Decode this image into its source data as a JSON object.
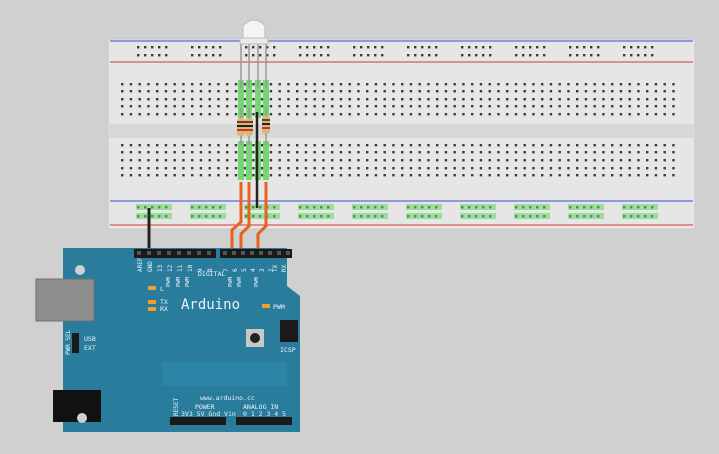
{
  "arduino": {
    "brand": "Arduino",
    "url": "www.arduino.cc",
    "header_top_pins": [
      "AREF",
      "GND",
      "13",
      "12",
      "11",
      "10",
      "9",
      "8"
    ],
    "header_top_pins2": [
      "7",
      "6",
      "5",
      "4",
      "3",
      "2",
      "1",
      "0"
    ],
    "digital_label": "DIGITAL",
    "pwm_label": "PWM",
    "tx_label": "TX",
    "rx_label": "RX",
    "tx_pin_label": "TX",
    "rx_pin_label": "RX",
    "led_l_label": "L",
    "pwr_sel_label": "PWR SEL",
    "usb_label": "USB",
    "ext_label": "EXT",
    "icsp_label": "ICSP",
    "pwm_badge": "PWM",
    "reset_label": "RESET",
    "power_label": "POWER",
    "power_pins": "3V3 5V Gnd Vin",
    "analog_label": "ANALOG IN",
    "analog_pins": "0 1 2 3 4 5"
  },
  "colors": {
    "board": "#2a7c9c",
    "breadboard": "#e6e6e6",
    "wire_orange": "#e8621c",
    "wire_black": "#222222",
    "green_highlight": "#5fd35f",
    "rail_blue": "#3b4fd0",
    "rail_red": "#d03b3b"
  }
}
